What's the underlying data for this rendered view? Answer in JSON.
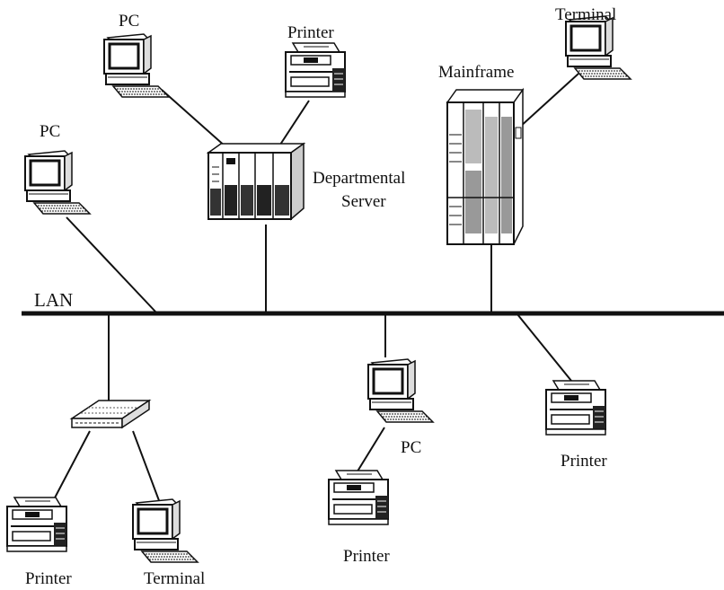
{
  "network": {
    "bus_label": "LAN"
  },
  "nodes": {
    "pc_top": "PC",
    "pc_left": "PC",
    "pc_mid": "PC",
    "printer_top": "Printer",
    "printer_mid": "Printer",
    "printer_right": "Printer",
    "printer_bottom_left": "Printer",
    "server_line1": "Departmental",
    "server_line2": "Server",
    "mainframe": "Mainframe",
    "terminal_top": "Terminal",
    "terminal_bottom": "Terminal"
  },
  "icons": {
    "pc": "desktop-computer-icon",
    "printer": "printer-icon",
    "terminal": "terminal-icon",
    "server": "server-icon",
    "mainframe": "mainframe-icon",
    "hub": "hub-icon"
  }
}
